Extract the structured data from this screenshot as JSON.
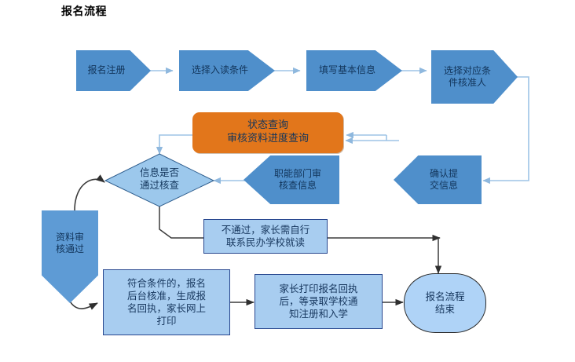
{
  "title": "报名流程",
  "palette": {
    "pentagon_blue": "#4F8FCB",
    "orange": "#E2761B",
    "light_blue": "#A8CDF0",
    "diamond_blue": "#9CC8EC",
    "stadium_blue": "#AFD3F7",
    "connector_blue": "#9DC3E6",
    "connector_black": "#3B3B3B",
    "text_dark_blue": "#17375E"
  },
  "nodes": {
    "register": {
      "label": "报名注册",
      "shape": "pentagon-right"
    },
    "choose_condition": {
      "label": "选择入读条件",
      "shape": "pentagon-right"
    },
    "fill_info": {
      "label": "填写基本信息",
      "shape": "pentagon-right"
    },
    "choose_approver": {
      "label": "选择对应条\n件核准人",
      "shape": "pentagon-right"
    },
    "status_query": {
      "label": "状态查询\n审核资料进度查询",
      "shape": "rounded-rect-orange"
    },
    "dept_review": {
      "label": "职能部门审\n核查信息",
      "shape": "pentagon-left"
    },
    "confirm_submit": {
      "label": "确认提\n交信息",
      "shape": "pentagon-left"
    },
    "decision_check": {
      "label": "信息是否\n通过核查",
      "shape": "diamond"
    },
    "approved": {
      "label": "资料审\n核通过",
      "shape": "pentagon-down"
    },
    "rejected": {
      "label": "不通过，家长需自行\n联系民办学校就读",
      "shape": "rect"
    },
    "qualified": {
      "label": "符合条件的，报名\n后台核准，生成报\n名回执，家长网上\n打印",
      "shape": "rect"
    },
    "print_receipt": {
      "label": "家长打印报名回执\n后，等录取学校通\n知注册和入学",
      "shape": "rect"
    },
    "end": {
      "label": "报名流程\n结束",
      "shape": "stadium"
    }
  }
}
